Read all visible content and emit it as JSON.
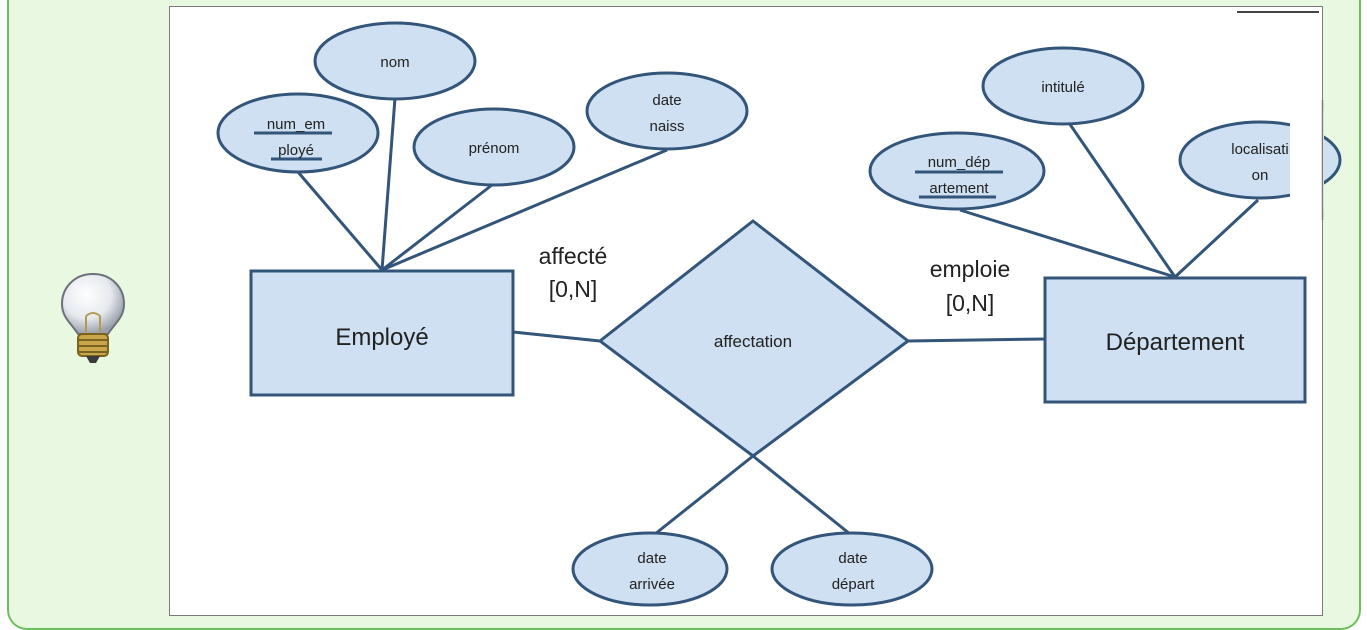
{
  "callout": {
    "icon": "lightbulb-icon"
  },
  "diagram": {
    "entities": {
      "employe": "Employé",
      "departement": "Département"
    },
    "relationship": "affectation",
    "cardinalities": {
      "employe": {
        "role": "affecté",
        "card": "[0,N]"
      },
      "departement": {
        "role": "emploie",
        "card": "[0,N]"
      }
    },
    "attributes": {
      "num_employe": [
        "num_em",
        "ployé"
      ],
      "nom": "nom",
      "prenom": "prénom",
      "date_naiss": [
        "date",
        "naiss"
      ],
      "intitule": "intitulé",
      "num_departement": [
        "num_dép",
        "artement"
      ],
      "localisation": [
        "localisati",
        "on"
      ],
      "date_arrivee": [
        "date",
        "arrivée"
      ],
      "date_depart": [
        "date",
        "départ"
      ]
    },
    "colors": {
      "fill": "#cfe0f3",
      "stroke": "#33557a",
      "callout_bg": "#e8f8e1",
      "callout_border": "#6cbf5a"
    }
  }
}
